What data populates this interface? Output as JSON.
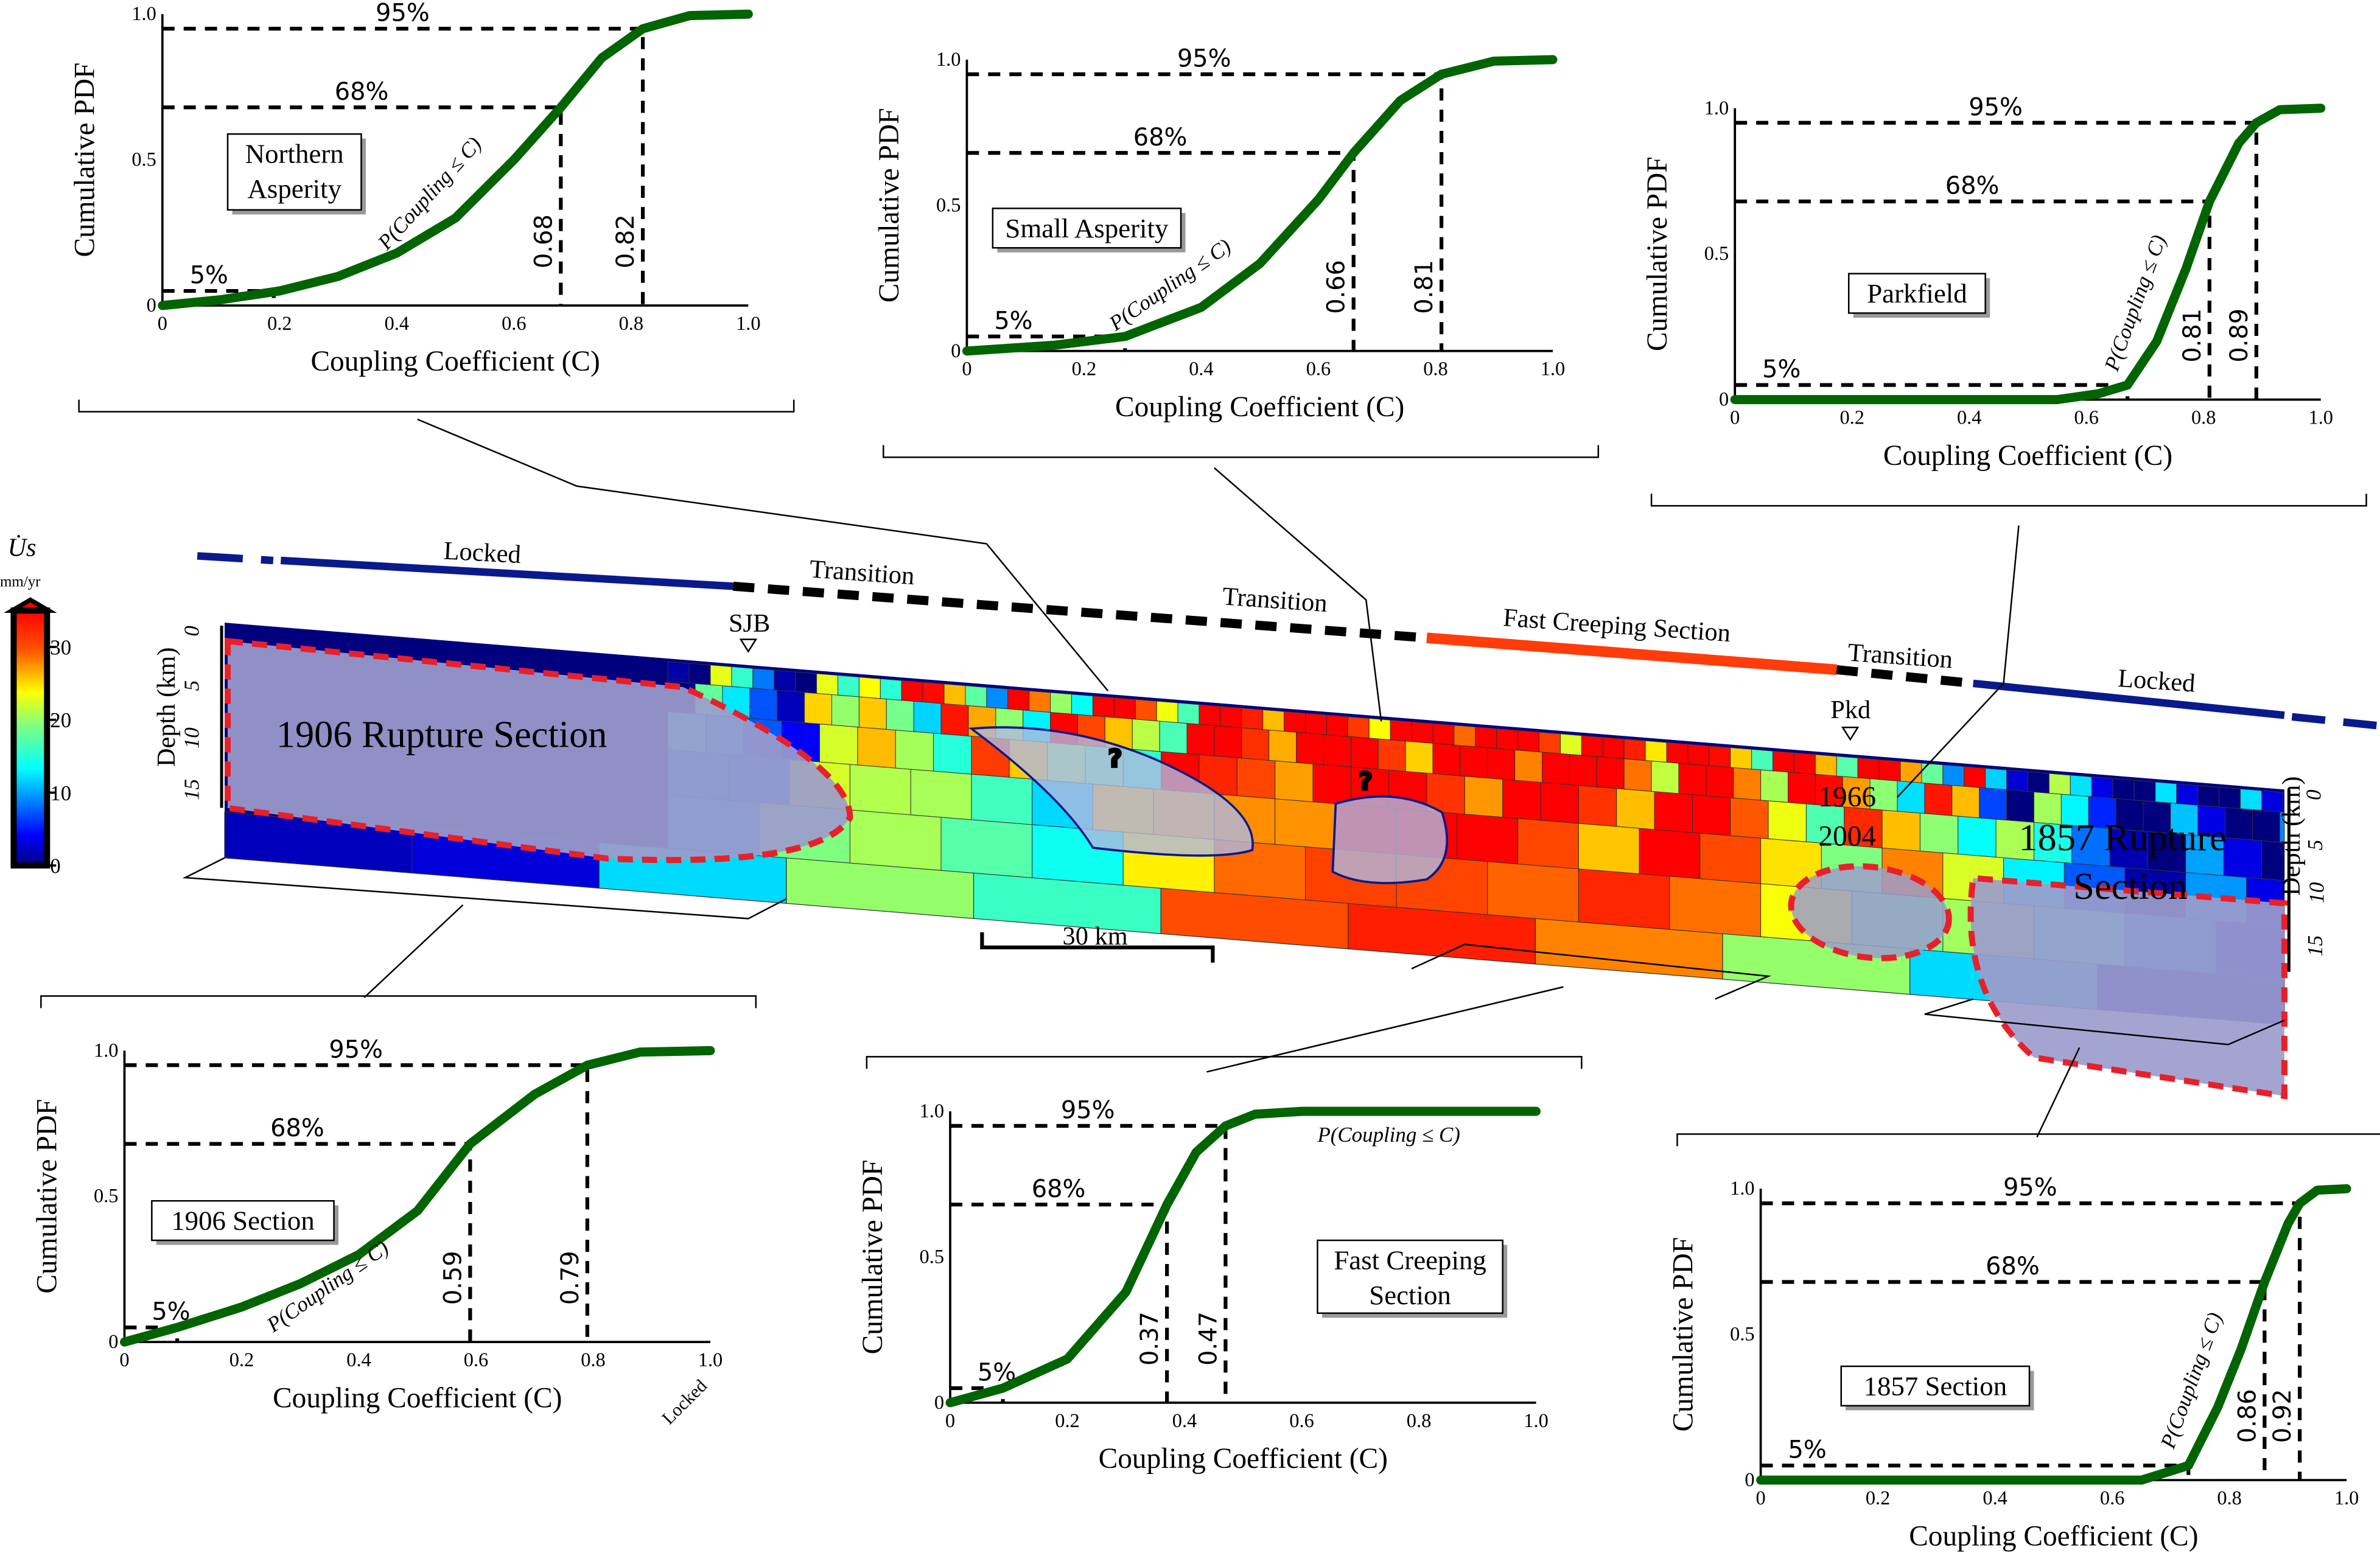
{
  "colorbar": {
    "symbol": "U̇s",
    "unit": "mm/yr",
    "ticks": [
      "0",
      "10",
      "20",
      "30"
    ],
    "range": [
      0,
      35
    ],
    "colormap": "jet"
  },
  "fault": {
    "trace_labels": [
      "Locked",
      "Transition",
      "Transition",
      "Fast Creeping Section",
      "Transition",
      "Locked"
    ],
    "trace_colors": {
      "locked": "#0a1a8c",
      "transition": "#000000",
      "creeping": "#ff3c0a"
    },
    "markers": [
      "SJB",
      "Pkd"
    ],
    "depth_label": "Depth (km)",
    "depth_ticks": [
      "0",
      "5",
      "10",
      "15"
    ],
    "scale_bar": "30 km",
    "regions": {
      "r1906": "1906 Rupture Section",
      "r1857a": "1857 Rupture",
      "r1857b": "Section",
      "pkd_a": "1966",
      "pkd_b": "2004",
      "q": "?"
    },
    "deep_row_rates": [
      2,
      3,
      12,
      20,
      16,
      30,
      33,
      28,
      20,
      12,
      2
    ],
    "region_color": "#9c9ccc",
    "rupture_outline_color": "#e8202a"
  },
  "chart_data": [
    {
      "type": "line",
      "title": "Northern Asperity",
      "box": [
        "Northern",
        "Asperity"
      ],
      "xlabel": "Coupling Coefficient (C)",
      "ylabel": "Cumulative PDF",
      "xticks": [
        "0",
        "0.2",
        "0.4",
        "0.6",
        "0.8",
        "1.0"
      ],
      "yticks": [
        "0",
        "0.5",
        "1.0"
      ],
      "xlim": [
        0,
        1
      ],
      "ylim": [
        0,
        1
      ],
      "curve_label": "P(Coupling ≤ C)",
      "levels": [
        "5%",
        "68%",
        "95%"
      ],
      "q5": 0.19,
      "q68": 0.68,
      "q95": 0.82,
      "q68_label": "0.68",
      "q95_label": "0.82",
      "x": [
        0,
        0.1,
        0.2,
        0.3,
        0.4,
        0.5,
        0.6,
        0.68,
        0.75,
        0.82,
        0.9,
        1
      ],
      "y": [
        0,
        0.02,
        0.05,
        0.1,
        0.18,
        0.3,
        0.5,
        0.68,
        0.85,
        0.95,
        0.995,
        1
      ]
    },
    {
      "type": "line",
      "title": "Small Asperity",
      "box": [
        "Small Asperity"
      ],
      "xlabel": "Coupling Coefficient (C)",
      "ylabel": "Cumulative PDF",
      "xticks": [
        "0",
        "0.2",
        "0.4",
        "0.6",
        "0.8",
        "1.0"
      ],
      "yticks": [
        "0",
        "0.5",
        "1.0"
      ],
      "xlim": [
        0,
        1
      ],
      "ylim": [
        0,
        1
      ],
      "curve_label": "P(Coupling ≤ C)",
      "levels": [
        "5%",
        "68%",
        "95%"
      ],
      "q5": 0.27,
      "q68": 0.66,
      "q95": 0.81,
      "q68_label": "0.66",
      "q95_label": "0.81",
      "x": [
        0,
        0.15,
        0.27,
        0.4,
        0.5,
        0.6,
        0.66,
        0.74,
        0.81,
        0.9,
        1
      ],
      "y": [
        0,
        0.02,
        0.05,
        0.15,
        0.3,
        0.52,
        0.68,
        0.86,
        0.95,
        0.995,
        1
      ]
    },
    {
      "type": "line",
      "title": "Parkfield",
      "box": [
        "Parkfield"
      ],
      "xlabel": "Coupling Coefficient (C)",
      "ylabel": "Cumulative PDF",
      "xticks": [
        "0",
        "0.2",
        "0.4",
        "0.6",
        "0.8",
        "1.0"
      ],
      "yticks": [
        "0",
        "0.5",
        "1.0"
      ],
      "xlim": [
        0,
        1
      ],
      "ylim": [
        0,
        1
      ],
      "curve_label": "P(Coupling ≤ C)",
      "levels": [
        "5%",
        "68%",
        "95%"
      ],
      "q5": 0.67,
      "q68": 0.81,
      "q95": 0.89,
      "q68_label": "0.81",
      "q95_label": "0.89",
      "x": [
        0,
        0.55,
        0.62,
        0.67,
        0.72,
        0.77,
        0.81,
        0.86,
        0.89,
        0.93,
        1
      ],
      "y": [
        0,
        0,
        0.02,
        0.05,
        0.2,
        0.45,
        0.68,
        0.88,
        0.95,
        0.995,
        1
      ]
    },
    {
      "type": "line",
      "title": "1906 Section",
      "box": [
        "1906 Section"
      ],
      "xlabel": "Coupling Coefficient (C)",
      "ylabel": "Cumulative PDF",
      "xticks": [
        "0",
        "0.2",
        "0.4",
        "0.6",
        "0.8",
        "1.0"
      ],
      "yticks": [
        "0",
        "0.5",
        "1.0"
      ],
      "xlim": [
        0,
        1
      ],
      "ylim": [
        0,
        1
      ],
      "curve_label": "P(Coupling ≤ C)",
      "levels": [
        "5%",
        "68%",
        "95%"
      ],
      "q5": 0.09,
      "q68": 0.59,
      "q95": 0.79,
      "q68_label": "0.59",
      "q95_label": "0.79",
      "extra_label": "Locked",
      "x": [
        0,
        0.09,
        0.2,
        0.3,
        0.4,
        0.5,
        0.59,
        0.7,
        0.79,
        0.88,
        1
      ],
      "y": [
        0,
        0.05,
        0.12,
        0.2,
        0.3,
        0.45,
        0.68,
        0.85,
        0.95,
        0.995,
        1
      ]
    },
    {
      "type": "line",
      "title": "Fast Creeping Section",
      "box": [
        "Fast Creeping",
        "Section"
      ],
      "xlabel": "Coupling Coefficient (C)",
      "ylabel": "Cumulative PDF",
      "xticks": [
        "0",
        "0.2",
        "0.4",
        "0.6",
        "0.8",
        "1.0"
      ],
      "yticks": [
        "0",
        "0.5",
        "1.0"
      ],
      "xlim": [
        0,
        1
      ],
      "ylim": [
        0,
        1
      ],
      "curve_label": "P(Coupling ≤ C)",
      "levels": [
        "5%",
        "68%",
        "95%"
      ],
      "q5": 0.09,
      "q68": 0.37,
      "q95": 0.47,
      "q68_label": "0.37",
      "q95_label": "0.47",
      "x": [
        0,
        0.09,
        0.2,
        0.3,
        0.37,
        0.42,
        0.47,
        0.52,
        0.6,
        1
      ],
      "y": [
        0,
        0.05,
        0.15,
        0.38,
        0.68,
        0.86,
        0.95,
        0.99,
        1,
        1
      ]
    },
    {
      "type": "line",
      "title": "1857 Section",
      "box": [
        "1857 Section"
      ],
      "xlabel": "Coupling Coefficient (C)",
      "ylabel": "Cumulative PDF",
      "xticks": [
        "0",
        "0.2",
        "0.4",
        "0.6",
        "0.8",
        "1.0"
      ],
      "yticks": [
        "0",
        "0.5",
        "1.0"
      ],
      "xlim": [
        0,
        1
      ],
      "ylim": [
        0,
        1
      ],
      "curve_label": "P(Coupling ≤ C)",
      "levels": [
        "5%",
        "68%",
        "95%"
      ],
      "q5": 0.73,
      "q68": 0.86,
      "q95": 0.92,
      "q68_label": "0.86",
      "q95_label": "0.92",
      "x": [
        0,
        0.65,
        0.73,
        0.78,
        0.82,
        0.86,
        0.9,
        0.92,
        0.95,
        1
      ],
      "y": [
        0,
        0,
        0.05,
        0.25,
        0.45,
        0.68,
        0.88,
        0.95,
        0.995,
        1
      ]
    }
  ]
}
